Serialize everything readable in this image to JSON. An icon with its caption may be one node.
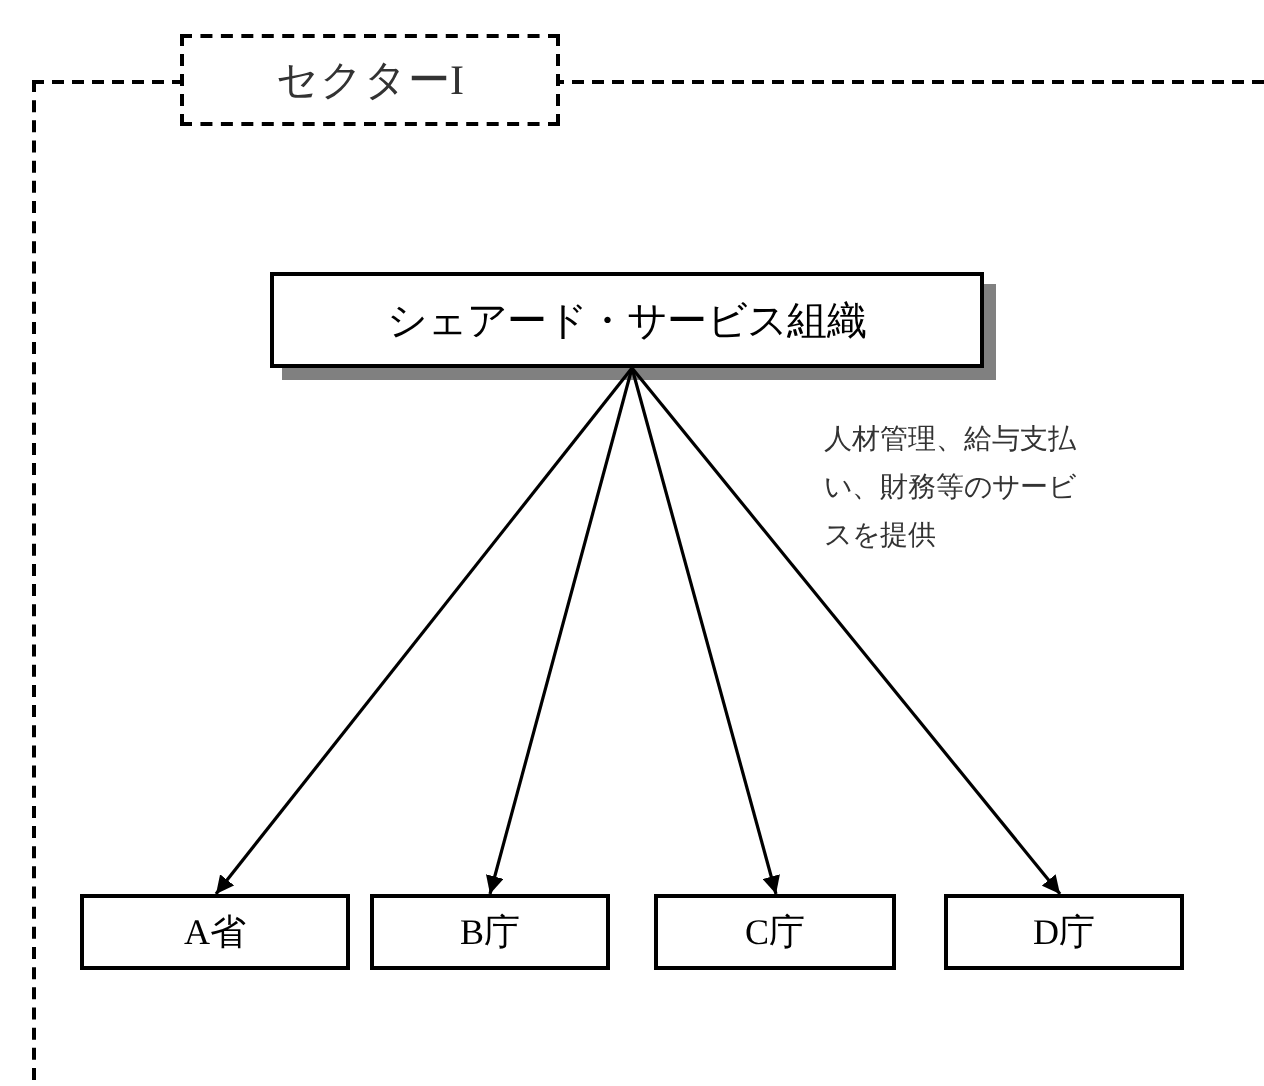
{
  "diagram": {
    "nodes": [
      {
        "text": [
          "セクターI"
        ]
      },
      {
        "text": [
          "シェアード・サービス組織"
        ],
        "in": 0
      },
      {
        "text": [
          "A省"
        ],
        "in": 0
      },
      {
        "text": [
          "B庁"
        ],
        "in": 0
      },
      {
        "text": [
          "C庁"
        ],
        "in": 0
      },
      {
        "text": [
          "D庁"
        ],
        "in": 0
      }
    ],
    "edges": [
      {
        "from": 1,
        "to": 2,
        "arrow": "to"
      },
      {
        "from": 1,
        "to": 3,
        "arrow": "to"
      },
      {
        "from": 1,
        "to": 4,
        "arrow": "to"
      },
      {
        "from": 1,
        "to": 5,
        "arrow": "to"
      }
    ],
    "labels": [
      "人材管理、給与支払い、財務等のサービスを提供"
    ]
  }
}
